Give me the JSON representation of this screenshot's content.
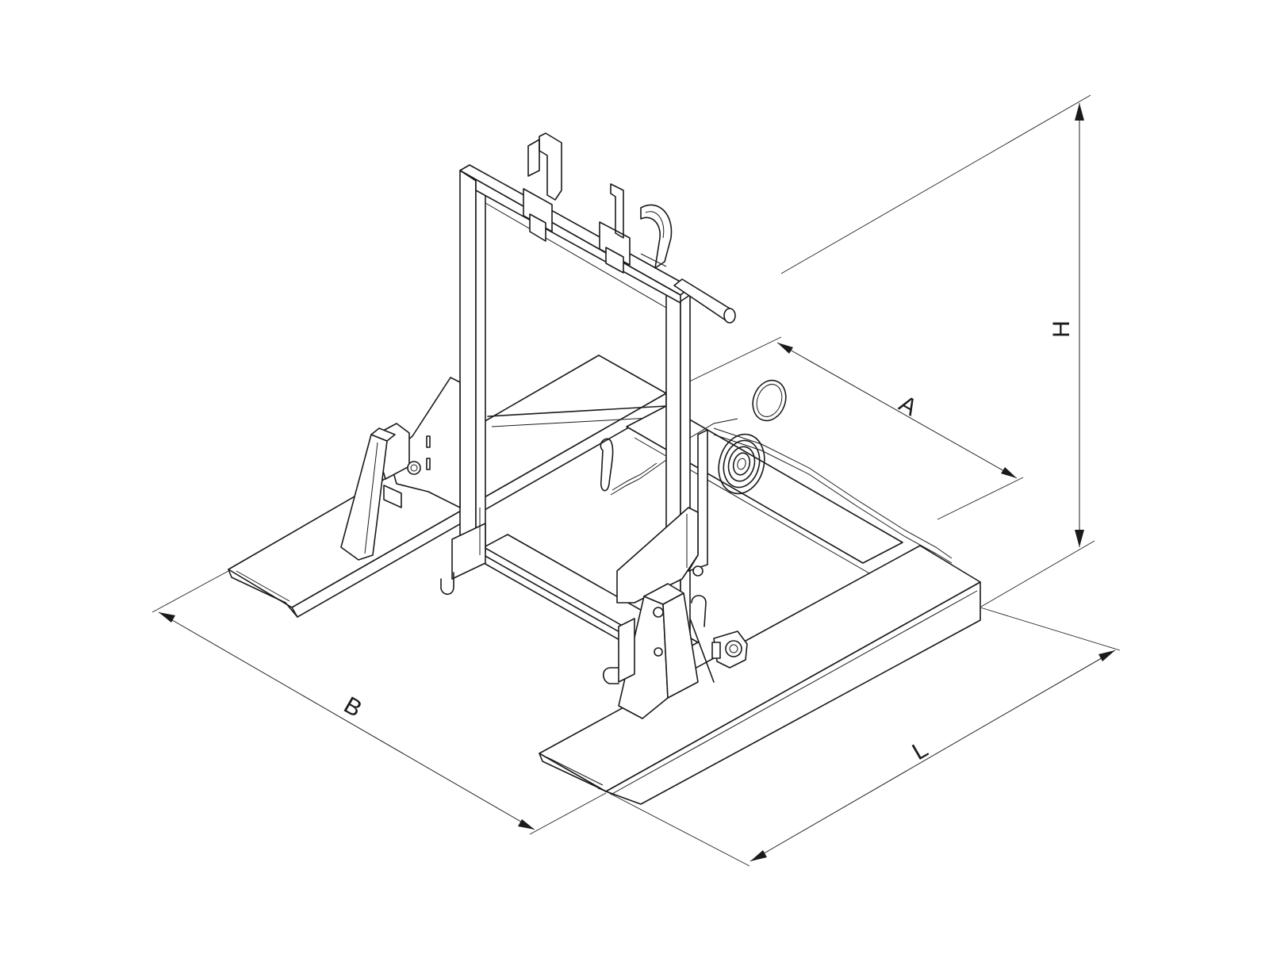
{
  "dimensions": {
    "height_label": "H",
    "depth_label": "A",
    "width_label": "B",
    "length_label": "L"
  },
  "colors": {
    "line": "#1a1a1a",
    "background": "#ffffff"
  }
}
